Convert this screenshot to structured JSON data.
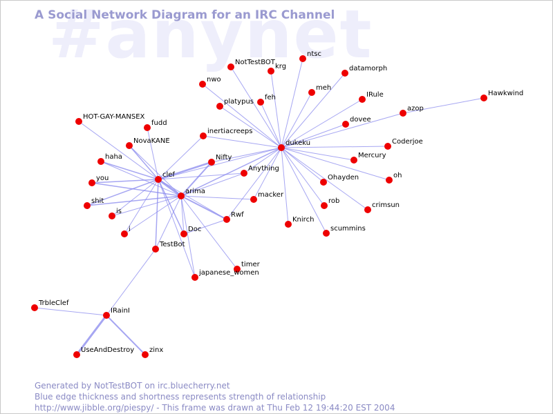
{
  "watermark": "#anynet",
  "title": "A Social Network Diagram for an IRC Channel",
  "footer": {
    "line1": "Generated by NotTestBOT on irc.bluecherry.net",
    "line2": "Blue edge thickness and shortness represents strength of relationship",
    "line3": "http://www.jibble.org/piespy/ - This frame was drawn at Thu Feb 12 19:44:20 EST 2004"
  },
  "colors": {
    "node": "#ee0000",
    "edge": "#8888ee",
    "title": "#9a9ad0",
    "watermark": "#eeeefb"
  },
  "nodes": [
    {
      "id": "NotTestBOT",
      "label": "NotTestBOT"
    },
    {
      "id": "ntsc",
      "label": "ntsc"
    },
    {
      "id": "krg",
      "label": "krg"
    },
    {
      "id": "datamorph",
      "label": "datamorph"
    },
    {
      "id": "nwo",
      "label": "nwo"
    },
    {
      "id": "meh",
      "label": "meh"
    },
    {
      "id": "IRule",
      "label": "IRule"
    },
    {
      "id": "Hawkwind",
      "label": "Hawkwind"
    },
    {
      "id": "platypus",
      "label": "platypus"
    },
    {
      "id": "feh",
      "label": "feh"
    },
    {
      "id": "azop",
      "label": "azop"
    },
    {
      "id": "HOT-GAY-MANSEX",
      "label": "HOT-GAY-MANSEX"
    },
    {
      "id": "fudd",
      "label": "fudd"
    },
    {
      "id": "dovee",
      "label": "dovee"
    },
    {
      "id": "inertiacreeps",
      "label": "inertiacreeps"
    },
    {
      "id": "Coderjoe",
      "label": "Coderjoe"
    },
    {
      "id": "NovaKANE",
      "label": "NovaKANE"
    },
    {
      "id": "dukeku",
      "label": "dukeku"
    },
    {
      "id": "haha",
      "label": "haha"
    },
    {
      "id": "Mercury",
      "label": "Mercury"
    },
    {
      "id": "Nifty",
      "label": "Nifty"
    },
    {
      "id": "Anything",
      "label": "Anything"
    },
    {
      "id": "clef",
      "label": "clef"
    },
    {
      "id": "oh",
      "label": "oh"
    },
    {
      "id": "you",
      "label": "you"
    },
    {
      "id": "Ohayden",
      "label": "Ohayden"
    },
    {
      "id": "arima",
      "label": "arima"
    },
    {
      "id": "macker",
      "label": "macker"
    },
    {
      "id": "shit",
      "label": "shit"
    },
    {
      "id": "rob",
      "label": "rob"
    },
    {
      "id": "crimsun",
      "label": "crimsun"
    },
    {
      "id": "is",
      "label": "is"
    },
    {
      "id": "Rwf",
      "label": "Rwf"
    },
    {
      "id": "Knirch",
      "label": "Knirch"
    },
    {
      "id": "scummins",
      "label": "scummins"
    },
    {
      "id": "i",
      "label": "i"
    },
    {
      "id": "Doc",
      "label": "Doc"
    },
    {
      "id": "TestBot",
      "label": "TestBot"
    },
    {
      "id": "timer",
      "label": "timer"
    },
    {
      "id": "japanese_women",
      "label": "japanese_women"
    },
    {
      "id": "TrbleClef",
      "label": "TrbleClef"
    },
    {
      "id": "IRainl",
      "label": "IRainI"
    },
    {
      "id": "UseAndDestroy",
      "label": "UseAndDestroy"
    },
    {
      "id": "zinx",
      "label": "zinx"
    }
  ],
  "edges": [
    {
      "from": "dukeku",
      "to": "NotTestBOT",
      "weight": 1
    },
    {
      "from": "dukeku",
      "to": "ntsc",
      "weight": 1
    },
    {
      "from": "dukeku",
      "to": "krg",
      "weight": 1
    },
    {
      "from": "dukeku",
      "to": "datamorph",
      "weight": 1
    },
    {
      "from": "dukeku",
      "to": "nwo",
      "weight": 1
    },
    {
      "from": "dukeku",
      "to": "meh",
      "weight": 1
    },
    {
      "from": "dukeku",
      "to": "IRule",
      "weight": 1
    },
    {
      "from": "dukeku",
      "to": "platypus",
      "weight": 1
    },
    {
      "from": "dukeku",
      "to": "feh",
      "weight": 1
    },
    {
      "from": "dukeku",
      "to": "azop",
      "weight": 1
    },
    {
      "from": "dukeku",
      "to": "dovee",
      "weight": 1
    },
    {
      "from": "dukeku",
      "to": "Coderjoe",
      "weight": 1
    },
    {
      "from": "dukeku",
      "to": "inertiacreeps",
      "weight": 1
    },
    {
      "from": "dukeku",
      "to": "Mercury",
      "weight": 1
    },
    {
      "from": "dukeku",
      "to": "oh",
      "weight": 1
    },
    {
      "from": "dukeku",
      "to": "Ohayden",
      "weight": 1
    },
    {
      "from": "dukeku",
      "to": "rob",
      "weight": 1
    },
    {
      "from": "dukeku",
      "to": "crimsun",
      "weight": 1
    },
    {
      "from": "dukeku",
      "to": "Knirch",
      "weight": 1
    },
    {
      "from": "dukeku",
      "to": "scummins",
      "weight": 1
    },
    {
      "from": "dukeku",
      "to": "Anything",
      "weight": 1
    },
    {
      "from": "dukeku",
      "to": "Nifty",
      "weight": 1
    },
    {
      "from": "dukeku",
      "to": "clef",
      "weight": 1
    },
    {
      "from": "dukeku",
      "to": "arima",
      "weight": 1.5
    },
    {
      "from": "dukeku",
      "to": "macker",
      "weight": 1
    },
    {
      "from": "dukeku",
      "to": "Rwf",
      "weight": 1
    },
    {
      "from": "azop",
      "to": "Hawkwind",
      "weight": 1
    },
    {
      "from": "clef",
      "to": "HOT-GAY-MANSEX",
      "weight": 1
    },
    {
      "from": "clef",
      "to": "fudd",
      "weight": 1
    },
    {
      "from": "clef",
      "to": "NovaKANE",
      "weight": 1.5
    },
    {
      "from": "clef",
      "to": "haha",
      "weight": 1.5
    },
    {
      "from": "clef",
      "to": "you",
      "weight": 1.5
    },
    {
      "from": "clef",
      "to": "shit",
      "weight": 1.5
    },
    {
      "from": "clef",
      "to": "is",
      "weight": 1
    },
    {
      "from": "clef",
      "to": "i",
      "weight": 1
    },
    {
      "from": "clef",
      "to": "inertiacreeps",
      "weight": 1
    },
    {
      "from": "clef",
      "to": "Nifty",
      "weight": 2.5
    },
    {
      "from": "clef",
      "to": "arima",
      "weight": 3
    },
    {
      "from": "clef",
      "to": "Doc",
      "weight": 1.5
    },
    {
      "from": "clef",
      "to": "TestBot",
      "weight": 1.5
    },
    {
      "from": "clef",
      "to": "Rwf",
      "weight": 1
    },
    {
      "from": "clef",
      "to": "japanese_women",
      "weight": 1
    },
    {
      "from": "clef",
      "to": "Anything",
      "weight": 1
    },
    {
      "from": "arima",
      "to": "NovaKANE",
      "weight": 1
    },
    {
      "from": "arima",
      "to": "haha",
      "weight": 1
    },
    {
      "from": "arima",
      "to": "you",
      "weight": 1.5
    },
    {
      "from": "arima",
      "to": "shit",
      "weight": 1.5
    },
    {
      "from": "arima",
      "to": "is",
      "weight": 1
    },
    {
      "from": "arima",
      "to": "i",
      "weight": 1
    },
    {
      "from": "arima",
      "to": "Nifty",
      "weight": 2
    },
    {
      "from": "arima",
      "to": "Anything",
      "weight": 1
    },
    {
      "from": "arima",
      "to": "macker",
      "weight": 1
    },
    {
      "from": "arima",
      "to": "Rwf",
      "weight": 2
    },
    {
      "from": "arima",
      "to": "Doc",
      "weight": 1
    },
    {
      "from": "arima",
      "to": "TestBot",
      "weight": 1
    },
    {
      "from": "arima",
      "to": "timer",
      "weight": 1
    },
    {
      "from": "arima",
      "to": "japanese_women",
      "weight": 1
    },
    {
      "from": "Doc",
      "to": "Rwf",
      "weight": 1
    },
    {
      "from": "TestBot",
      "to": "IRainl",
      "weight": 1
    },
    {
      "from": "IRainl",
      "to": "TrbleClef",
      "weight": 1
    },
    {
      "from": "IRainl",
      "to": "UseAndDestroy",
      "weight": 3
    },
    {
      "from": "IRainl",
      "to": "zinx",
      "weight": 2
    }
  ]
}
